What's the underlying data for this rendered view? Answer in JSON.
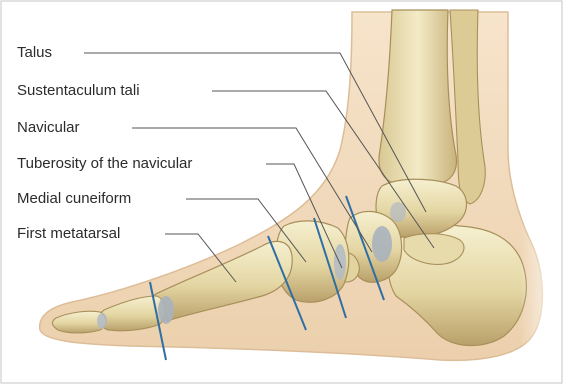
{
  "figure": {
    "labels": [
      "Talus",
      "Sustentaculum tali",
      "Navicular",
      "Tuberosity of the navicular",
      "Medial cuneiform",
      "First metatarsal"
    ]
  },
  "colors": {
    "skin": "#f3dcbf",
    "skin_edge": "#dcb993",
    "bone_light": "#f3ecc8",
    "bone_mid": "#e2d39e",
    "bone_dark": "#b59c62",
    "cartilage": "#aab2bd",
    "section_line": "#2f6ea3",
    "leader_line": "#555555",
    "frame": "#b9b9b9"
  }
}
